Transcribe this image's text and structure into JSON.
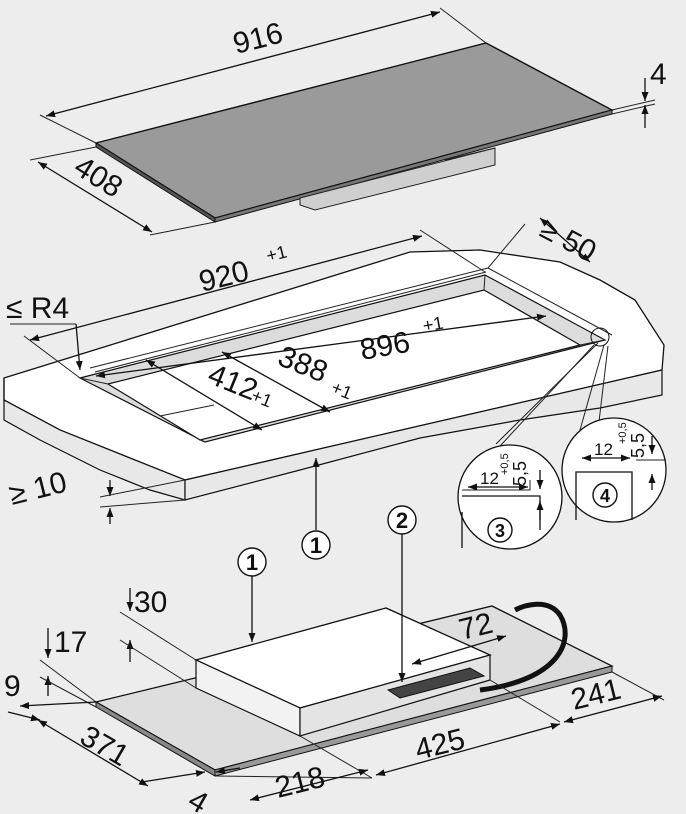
{
  "hob": {
    "length": "916",
    "depth": "408",
    "thickness": "4"
  },
  "cutout": {
    "width": "920",
    "width_tol": "+1",
    "inner_width": "896",
    "inner_width_tol": "+1",
    "depth": "412",
    "depth_tol": "+1",
    "inner_depth": "388",
    "inner_depth_tol": "+1",
    "radius": "≤ R4",
    "back_clearance": "≥ 50",
    "worktop_min": "≥ 10"
  },
  "detail_3": {
    "number": "3",
    "width": "12",
    "depth": "5,5",
    "depth_tol": "+0,5"
  },
  "detail_4": {
    "number": "4",
    "width": "12",
    "depth": "5,5",
    "depth_tol": "+0,5"
  },
  "callouts": {
    "one": "1",
    "two": "2"
  },
  "underside": {
    "h30": "30",
    "h17": "17",
    "w9": "9",
    "d371": "371",
    "d4": "4",
    "d218": "218",
    "d425": "425",
    "d241": "241",
    "d72": "72"
  }
}
